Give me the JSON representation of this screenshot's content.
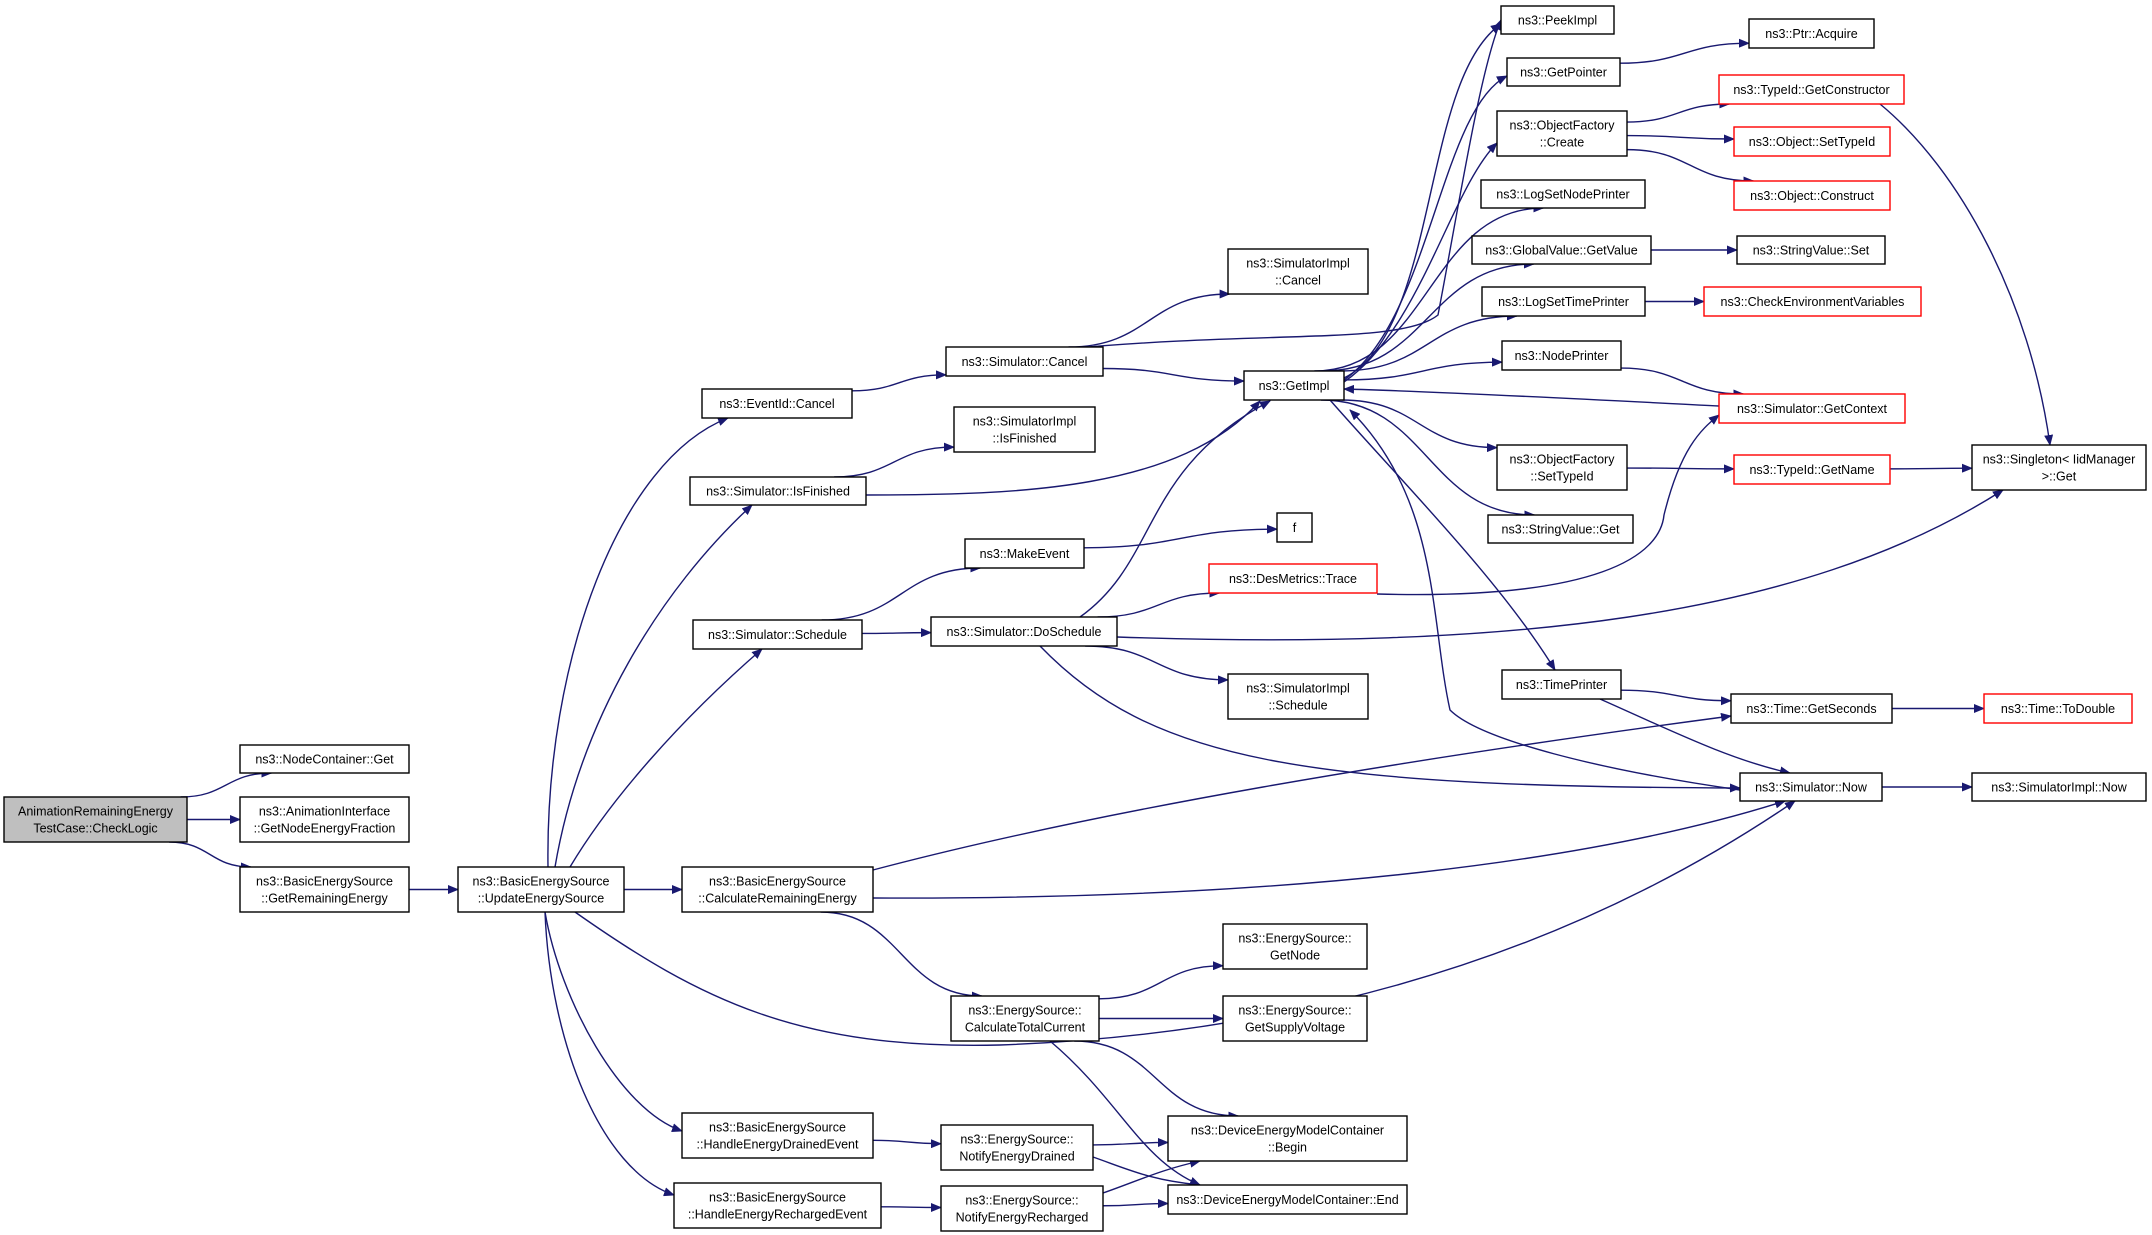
{
  "colors": {
    "edge": "#191970",
    "node_border": "#000000",
    "truncated_border": "#ff0000",
    "root_fill": "#bfbfbf",
    "node_fill": "#ffffff"
  },
  "nodes": [
    {
      "id": "root",
      "label": [
        "AnimationRemainingEnergy",
        "TestCase::CheckLogic"
      ],
      "kind": "root"
    },
    {
      "id": "nc_get",
      "label": [
        "ns3::NodeContainer::Get"
      ],
      "kind": "normal"
    },
    {
      "id": "anim_gnef",
      "label": [
        "ns3::AnimationInterface",
        "::GetNodeEnergyFraction"
      ],
      "kind": "normal"
    },
    {
      "id": "bes_gre",
      "label": [
        "ns3::BasicEnergySource",
        "::GetRemainingEnergy"
      ],
      "kind": "normal"
    },
    {
      "id": "bes_ues",
      "label": [
        "ns3::BasicEnergySource",
        "::UpdateEnergySource"
      ],
      "kind": "normal"
    },
    {
      "id": "evid_cancel",
      "label": [
        "ns3::EventId::Cancel"
      ],
      "kind": "normal"
    },
    {
      "id": "sim_isfinished",
      "label": [
        "ns3::Simulator::IsFinished"
      ],
      "kind": "normal"
    },
    {
      "id": "sim_schedule",
      "label": [
        "ns3::Simulator::Schedule"
      ],
      "kind": "normal"
    },
    {
      "id": "bes_cre",
      "label": [
        "ns3::BasicEnergySource",
        "::CalculateRemainingEnergy"
      ],
      "kind": "normal"
    },
    {
      "id": "bes_hede",
      "label": [
        "ns3::BasicEnergySource",
        "::HandleEnergyDrainedEvent"
      ],
      "kind": "normal"
    },
    {
      "id": "bes_here",
      "label": [
        "ns3::BasicEnergySource",
        "::HandleEnergyRechargedEvent"
      ],
      "kind": "normal"
    },
    {
      "id": "sim_cancel",
      "label": [
        "ns3::Simulator::Cancel"
      ],
      "kind": "normal"
    },
    {
      "id": "simimpl_isfinished",
      "label": [
        "ns3::SimulatorImpl",
        "::IsFinished"
      ],
      "kind": "normal"
    },
    {
      "id": "makeevent",
      "label": [
        "ns3::MakeEvent"
      ],
      "kind": "normal"
    },
    {
      "id": "sim_doschedule",
      "label": [
        "ns3::Simulator::DoSchedule"
      ],
      "kind": "normal"
    },
    {
      "id": "es_ctc",
      "label": [
        "ns3::EnergySource::",
        "CalculateTotalCurrent"
      ],
      "kind": "normal"
    },
    {
      "id": "es_ned",
      "label": [
        "ns3::EnergySource::",
        "NotifyEnergyDrained"
      ],
      "kind": "normal"
    },
    {
      "id": "es_ner",
      "label": [
        "ns3::EnergySource::",
        "NotifyEnergyRecharged"
      ],
      "kind": "normal"
    },
    {
      "id": "simimpl_cancel",
      "label": [
        "ns3::SimulatorImpl",
        "::Cancel"
      ],
      "kind": "normal"
    },
    {
      "id": "getimpl",
      "label": [
        "ns3::GetImpl"
      ],
      "kind": "normal"
    },
    {
      "id": "f",
      "label": [
        "f"
      ],
      "kind": "normal"
    },
    {
      "id": "desmetrics_trace",
      "label": [
        "ns3::DesMetrics::Trace"
      ],
      "kind": "truncated"
    },
    {
      "id": "simimpl_schedule",
      "label": [
        "ns3::SimulatorImpl",
        "::Schedule"
      ],
      "kind": "normal"
    },
    {
      "id": "es_getnode",
      "label": [
        "ns3::EnergySource::",
        "GetNode"
      ],
      "kind": "normal"
    },
    {
      "id": "es_gsv",
      "label": [
        "ns3::EnergySource::",
        "GetSupplyVoltage"
      ],
      "kind": "normal"
    },
    {
      "id": "demc_begin",
      "label": [
        "ns3::DeviceEnergyModelContainer",
        "::Begin"
      ],
      "kind": "normal"
    },
    {
      "id": "demc_end",
      "label": [
        "ns3::DeviceEnergyModelContainer::End"
      ],
      "kind": "normal"
    },
    {
      "id": "peekimpl",
      "label": [
        "ns3::PeekImpl"
      ],
      "kind": "normal"
    },
    {
      "id": "getpointer",
      "label": [
        "ns3::GetPointer"
      ],
      "kind": "normal"
    },
    {
      "id": "of_create",
      "label": [
        "ns3::ObjectFactory",
        "::Create"
      ],
      "kind": "normal"
    },
    {
      "id": "logsetnodeprinter",
      "label": [
        "ns3::LogSetNodePrinter"
      ],
      "kind": "normal"
    },
    {
      "id": "gv_getvalue",
      "label": [
        "ns3::GlobalValue::GetValue"
      ],
      "kind": "normal"
    },
    {
      "id": "logsettimeprinter",
      "label": [
        "ns3::LogSetTimePrinter"
      ],
      "kind": "normal"
    },
    {
      "id": "nodeprinter",
      "label": [
        "ns3::NodePrinter"
      ],
      "kind": "normal"
    },
    {
      "id": "of_settypeid",
      "label": [
        "ns3::ObjectFactory",
        "::SetTypeId"
      ],
      "kind": "normal"
    },
    {
      "id": "sv_get",
      "label": [
        "ns3::StringValue::Get"
      ],
      "kind": "normal"
    },
    {
      "id": "timeprinter",
      "label": [
        "ns3::TimePrinter"
      ],
      "kind": "normal"
    },
    {
      "id": "sim_now",
      "label": [
        "ns3::Simulator::Now"
      ],
      "kind": "normal"
    },
    {
      "id": "ptr_acquire",
      "label": [
        "ns3::Ptr::Acquire"
      ],
      "kind": "normal"
    },
    {
      "id": "typeid_getconstructor",
      "label": [
        "ns3::TypeId::GetConstructor"
      ],
      "kind": "truncated"
    },
    {
      "id": "object_settypeid",
      "label": [
        "ns3::Object::SetTypeId"
      ],
      "kind": "truncated"
    },
    {
      "id": "object_construct",
      "label": [
        "ns3::Object::Construct"
      ],
      "kind": "truncated"
    },
    {
      "id": "sv_set",
      "label": [
        "ns3::StringValue::Set"
      ],
      "kind": "normal"
    },
    {
      "id": "checkenv",
      "label": [
        "ns3::CheckEnvironmentVariables"
      ],
      "kind": "truncated"
    },
    {
      "id": "sim_getcontext",
      "label": [
        "ns3::Simulator::GetContext"
      ],
      "kind": "truncated"
    },
    {
      "id": "typeid_getname",
      "label": [
        "ns3::TypeId::GetName"
      ],
      "kind": "truncated"
    },
    {
      "id": "singleton_get",
      "label": [
        "ns3::Singleton< IidManager",
        ">::Get"
      ],
      "kind": "normal"
    },
    {
      "id": "time_getseconds",
      "label": [
        "ns3::Time::GetSeconds"
      ],
      "kind": "normal"
    },
    {
      "id": "time_todouble",
      "label": [
        "ns3::Time::ToDouble"
      ],
      "kind": "truncated"
    },
    {
      "id": "simimpl_now",
      "label": [
        "ns3::SimulatorImpl::Now"
      ],
      "kind": "normal"
    }
  ],
  "edges": [
    [
      "root",
      "nc_get"
    ],
    [
      "root",
      "anim_gnef"
    ],
    [
      "root",
      "bes_gre"
    ],
    [
      "bes_gre",
      "bes_ues"
    ],
    [
      "bes_ues",
      "evid_cancel"
    ],
    [
      "bes_ues",
      "sim_isfinished"
    ],
    [
      "bes_ues",
      "sim_schedule"
    ],
    [
      "bes_ues",
      "bes_cre"
    ],
    [
      "bes_ues",
      "sim_now"
    ],
    [
      "bes_ues",
      "bes_hede"
    ],
    [
      "bes_ues",
      "bes_here"
    ],
    [
      "evid_cancel",
      "sim_cancel"
    ],
    [
      "sim_cancel",
      "simimpl_cancel"
    ],
    [
      "sim_cancel",
      "getimpl"
    ],
    [
      "sim_cancel",
      "peekimpl"
    ],
    [
      "sim_isfinished",
      "simimpl_isfinished"
    ],
    [
      "sim_isfinished",
      "getimpl"
    ],
    [
      "sim_schedule",
      "makeevent"
    ],
    [
      "sim_schedule",
      "sim_doschedule"
    ],
    [
      "makeevent",
      "f"
    ],
    [
      "sim_doschedule",
      "getimpl"
    ],
    [
      "sim_doschedule",
      "desmetrics_trace"
    ],
    [
      "sim_doschedule",
      "singleton_get"
    ],
    [
      "sim_doschedule",
      "simimpl_schedule"
    ],
    [
      "sim_doschedule",
      "sim_now"
    ],
    [
      "desmetrics_trace",
      "sim_getcontext"
    ],
    [
      "bes_cre",
      "time_getseconds"
    ],
    [
      "bes_cre",
      "sim_now"
    ],
    [
      "bes_cre",
      "es_ctc"
    ],
    [
      "es_ctc",
      "es_getnode"
    ],
    [
      "es_ctc",
      "es_gsv"
    ],
    [
      "es_ctc",
      "demc_begin"
    ],
    [
      "es_ctc",
      "demc_end"
    ],
    [
      "bes_hede",
      "es_ned"
    ],
    [
      "es_ned",
      "demc_begin"
    ],
    [
      "es_ned",
      "demc_end"
    ],
    [
      "bes_here",
      "es_ner"
    ],
    [
      "es_ner",
      "demc_begin"
    ],
    [
      "es_ner",
      "demc_end"
    ],
    [
      "getimpl",
      "peekimpl"
    ],
    [
      "getimpl",
      "getpointer"
    ],
    [
      "getimpl",
      "of_create"
    ],
    [
      "getimpl",
      "logsetnodeprinter"
    ],
    [
      "getimpl",
      "gv_getvalue"
    ],
    [
      "getimpl",
      "logsettimeprinter"
    ],
    [
      "getimpl",
      "nodeprinter"
    ],
    [
      "getimpl",
      "of_settypeid"
    ],
    [
      "getimpl",
      "sv_get"
    ],
    [
      "getimpl",
      "timeprinter"
    ],
    [
      "sim_now",
      "getimpl"
    ],
    [
      "getpointer",
      "ptr_acquire"
    ],
    [
      "of_create",
      "typeid_getconstructor"
    ],
    [
      "of_create",
      "object_settypeid"
    ],
    [
      "of_create",
      "object_construct"
    ],
    [
      "gv_getvalue",
      "sv_set"
    ],
    [
      "logsettimeprinter",
      "checkenv"
    ],
    [
      "nodeprinter",
      "sim_getcontext"
    ],
    [
      "sim_getcontext",
      "getimpl"
    ],
    [
      "of_settypeid",
      "typeid_getname"
    ],
    [
      "typeid_getname",
      "singleton_get"
    ],
    [
      "typeid_getconstructor",
      "singleton_get"
    ],
    [
      "timeprinter",
      "time_getseconds"
    ],
    [
      "timeprinter",
      "sim_now"
    ],
    [
      "time_getseconds",
      "time_todouble"
    ],
    [
      "sim_now",
      "simimpl_now"
    ]
  ]
}
